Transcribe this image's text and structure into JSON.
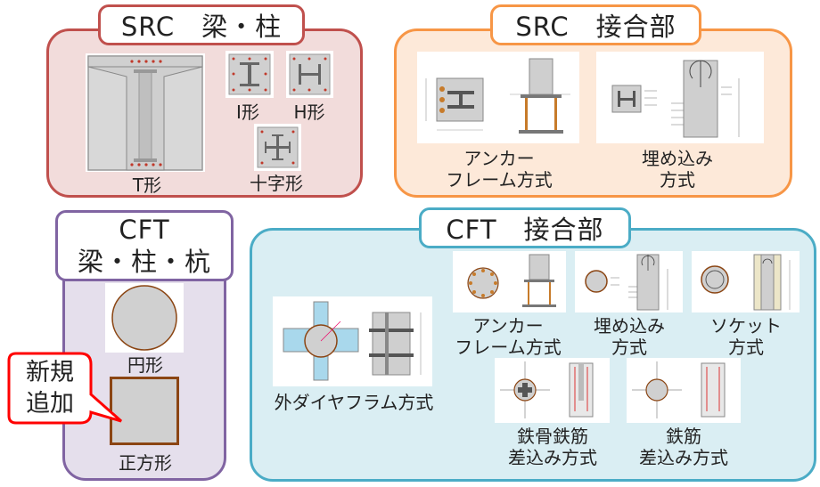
{
  "src_beam": {
    "title": "SRC　梁・柱",
    "items": [
      "T形",
      "I形",
      "H形",
      "十字形"
    ]
  },
  "src_joint": {
    "title": "SRC　接合部",
    "items": [
      [
        "アンカー",
        "フレーム方式"
      ],
      [
        "埋め込み",
        "方式"
      ]
    ]
  },
  "cft_beam": {
    "title_line1": "CFT",
    "title_line2": "梁・柱・杭",
    "items": [
      "円形",
      "正方形"
    ],
    "callout": [
      "新規",
      "追加"
    ]
  },
  "cft_joint": {
    "title": "CFT　接合部",
    "items": [
      [
        "外ダイヤフラム方式"
      ],
      [
        "アンカー",
        "フレーム方式"
      ],
      [
        "埋め込み",
        "方式"
      ],
      [
        "ソケット",
        "方式"
      ],
      [
        "鉄骨鉄筋",
        "差込み方式"
      ],
      [
        "鉄筋",
        "差込み方式"
      ]
    ]
  },
  "colors": {
    "src_beam_border": "#c0504d",
    "src_beam_fill": "#f2dcdb",
    "src_joint_border": "#f79646",
    "src_joint_fill": "#fde9d9",
    "cft_beam_border": "#8064a2",
    "cft_beam_fill": "#e5dfec",
    "cft_joint_border": "#4bacc6",
    "cft_joint_fill": "#daeef3",
    "callout_border": "#ff0000"
  }
}
